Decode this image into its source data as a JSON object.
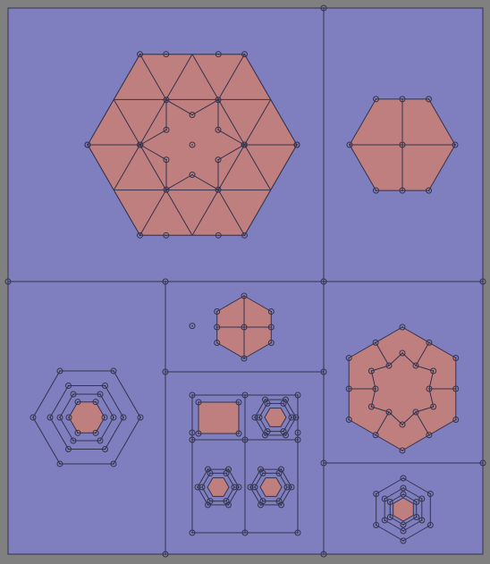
{
  "colors": {
    "frame": "#808080",
    "region_fill": "#7f7fbf",
    "shape_fill": "#bf7f7f",
    "edge": "#33334d",
    "vertex": "#33334d"
  },
  "regions": [
    {
      "name": "cell-top-left",
      "content": "hexagon-triangulated-with-star-hole"
    },
    {
      "name": "cell-top-right",
      "content": "hexagon-quartered"
    },
    {
      "name": "cell-middle-center",
      "content": "small-hexagon"
    },
    {
      "name": "cell-bottom-left",
      "content": "nested-hexagon-rings"
    },
    {
      "name": "cell-bottom-center",
      "content": "2x2-grid-with-rectangle-and-hexagons"
    },
    {
      "name": "cell-middle-right",
      "content": "hexagon-with-star-partition"
    },
    {
      "name": "cell-bottom-right",
      "content": "nested-hexagon-rings-small"
    }
  ]
}
